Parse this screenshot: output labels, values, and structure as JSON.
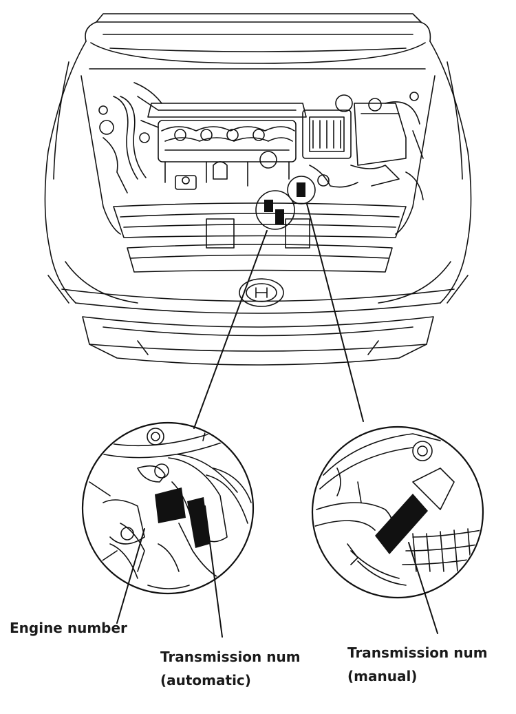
{
  "labels": {
    "engine_number": "Engine number",
    "transmission_automatic_line1": "Transmission num",
    "transmission_automatic_line2": "(automatic)",
    "transmission_manual_line1": "Transmission num",
    "transmission_manual_line2": "(manual)"
  },
  "colors": {
    "line": "#111111",
    "label_plate": "#111111",
    "background": "#ffffff"
  }
}
